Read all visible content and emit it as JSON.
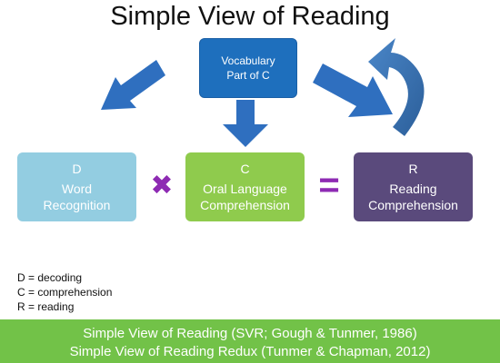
{
  "title": "Simple View of Reading",
  "vocabulary": {
    "line1": "Vocabulary",
    "line2": "Part of C"
  },
  "boxes": {
    "word": {
      "letter": "D",
      "line1": "Word",
      "line2": "Recognition"
    },
    "oral": {
      "letter": "C",
      "line1": "Oral Language",
      "line2": "Comprehension"
    },
    "reading": {
      "letter": "R",
      "line1": "Reading",
      "line2": "Comprehension"
    }
  },
  "operators": {
    "times": "✖",
    "equals": "="
  },
  "legend": [
    "D = decoding",
    "C = comprehension",
    "R = reading"
  ],
  "footer": [
    "Simple View of Reading (SVR; Gough & Tunmer, 1986)",
    "Simple View of Reading Redux (Tunmer & Chapman, 2012)"
  ],
  "colors": {
    "arrow": "#2f6fbf",
    "vocabulary": "#1e6fbd",
    "word": "#93cde1",
    "oral": "#8fcb4d",
    "reading": "#5a4a7c",
    "operator": "#8e2bb3",
    "footer": "#72c248"
  }
}
